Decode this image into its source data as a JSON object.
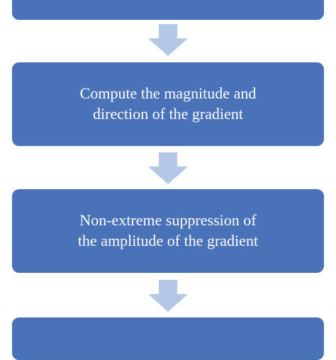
{
  "colors": {
    "box_fill": "#4a72b8",
    "box_text": "#ffffff",
    "arrow_fill": "#b4c7e7",
    "background": "#ffffff"
  },
  "steps": [
    {
      "text": ""
    },
    {
      "line1": "Compute the magnitude and",
      "line2": "direction of the gradient"
    },
    {
      "line1": "Non-extreme suppression of",
      "line2": "the amplitude of the gradient"
    },
    {
      "text": ""
    }
  ],
  "arrows": [
    {
      "icon": "down-arrow-icon"
    },
    {
      "icon": "down-arrow-icon"
    },
    {
      "icon": "down-arrow-icon"
    }
  ]
}
